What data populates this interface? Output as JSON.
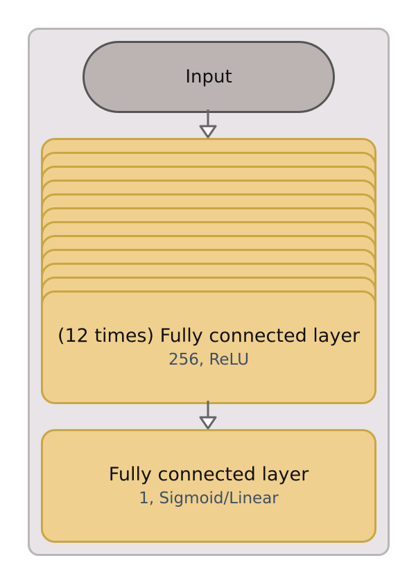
{
  "diagram": {
    "input_node": {
      "label": "Input"
    },
    "repeated_layer": {
      "title": "(12 times) Fully connected layer",
      "subtitle": "256, ReLU",
      "repeat_count": 12
    },
    "output_layer": {
      "title": "Fully connected layer",
      "subtitle": "1, Sigmoid/Linear"
    },
    "edges": [
      {
        "from": "Input",
        "to": "(12 times) Fully connected layer"
      },
      {
        "from": "(12 times) Fully connected layer",
        "to": "Fully connected layer"
      }
    ],
    "colors": {
      "container_fill": "#e8e4e8",
      "container_border": "#b9b6b9",
      "input_fill": "#bcb3b3",
      "input_border": "#555555",
      "layer_fill": "#f0d08e",
      "layer_border": "#caa642",
      "subtitle_text": "#3d5068",
      "arrow": "#666666"
    }
  }
}
